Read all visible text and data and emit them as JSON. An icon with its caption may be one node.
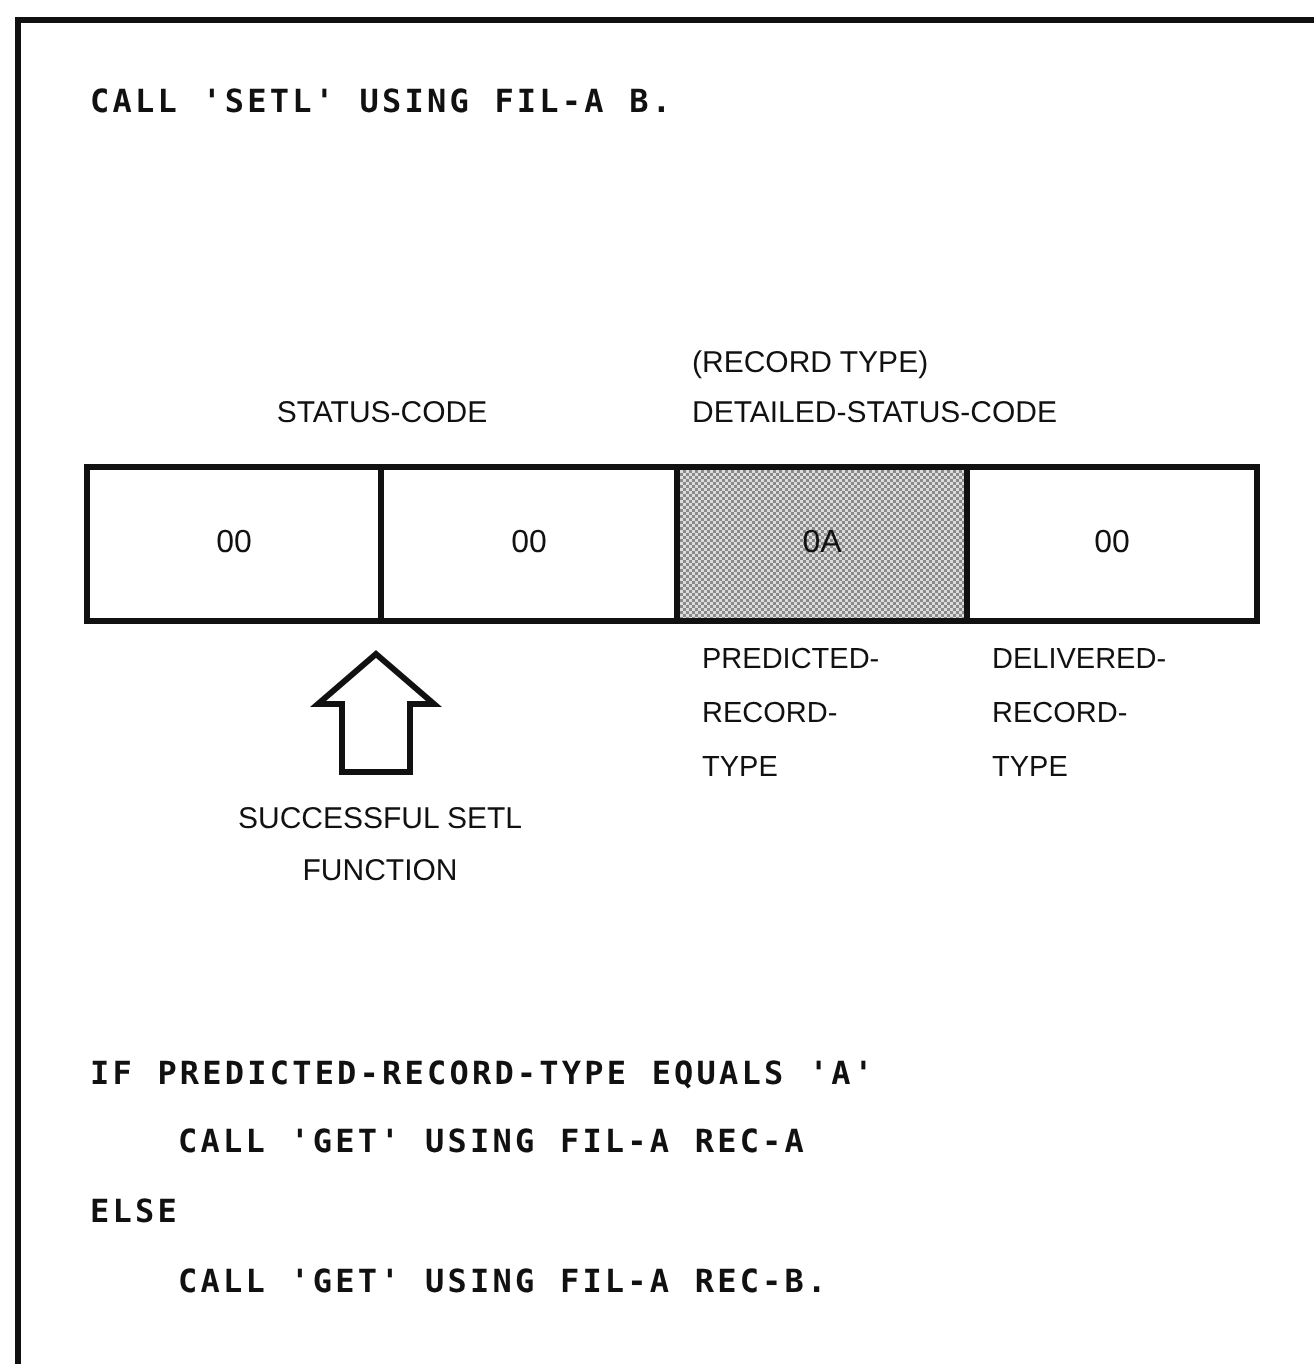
{
  "diagram": {
    "nodes": [
      {
        "text": [
          "00"
        ]
      },
      {
        "text": [
          "00"
        ]
      },
      {
        "text": [
          "0A"
        ],
        "beside": [
          "PREDICTED- RECORD- TYPE"
        ]
      },
      {
        "text": [
          "00"
        ],
        "beside": [
          "DELIVERED- RECORD- TYPE"
        ]
      }
    ],
    "labels": [
      "CALL 'SETL' USING FIL-A B.",
      "STATUS-CODE",
      "(RECORD TYPE)",
      "DETAILED-STATUS-CODE",
      "SUCCESSFUL SETL FUNCTION",
      "IF PREDICTED-RECORD-TYPE EQUALS 'A'",
      "CALL 'GET' USING FIL-A REC-A",
      "ELSE",
      "CALL 'GET' USING FIL-A REC-B."
    ]
  }
}
